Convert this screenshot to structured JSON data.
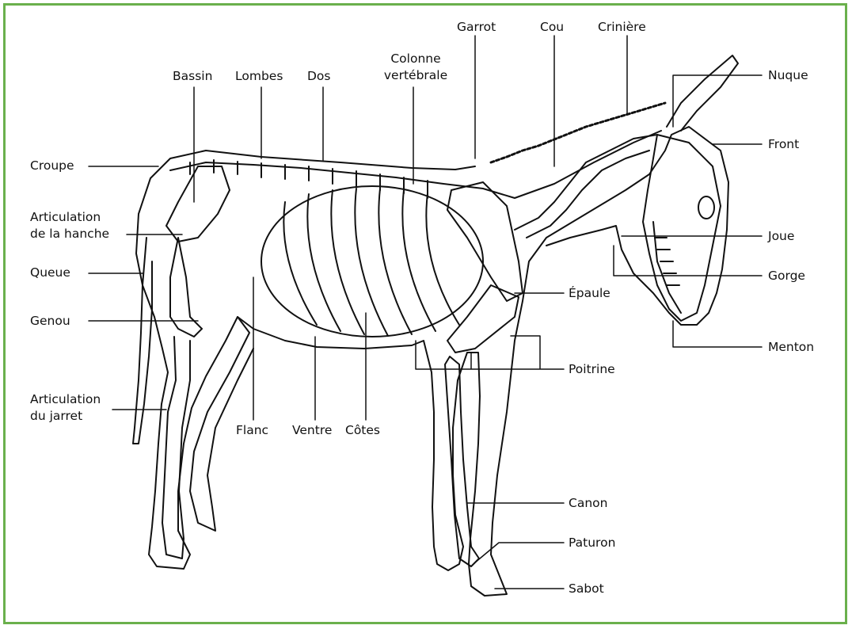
{
  "labels": {
    "garrot": "Garrot",
    "cou": "Cou",
    "criniere": "Crinière",
    "nuque": "Nuque",
    "bassin": "Bassin",
    "lombes": "Lombes",
    "dos": "Dos",
    "colonne": "Colonne\nvertébrale",
    "front": "Front",
    "croupe": "Croupe",
    "hanche": "Articulation\nde la hanche",
    "joue": "Joue",
    "queue": "Queue",
    "gorge": "Gorge",
    "epaule": "Épaule",
    "genou": "Genou",
    "menton": "Menton",
    "poitrine": "Poitrine",
    "jarret": "Articulation\ndu jarret",
    "flanc": "Flanc",
    "ventre": "Ventre",
    "cotes": "Côtes",
    "canon": "Canon",
    "paturon": "Paturon",
    "sabot": "Sabot"
  },
  "colors": {
    "border": "#6ab04c",
    "ink": "#111111"
  }
}
